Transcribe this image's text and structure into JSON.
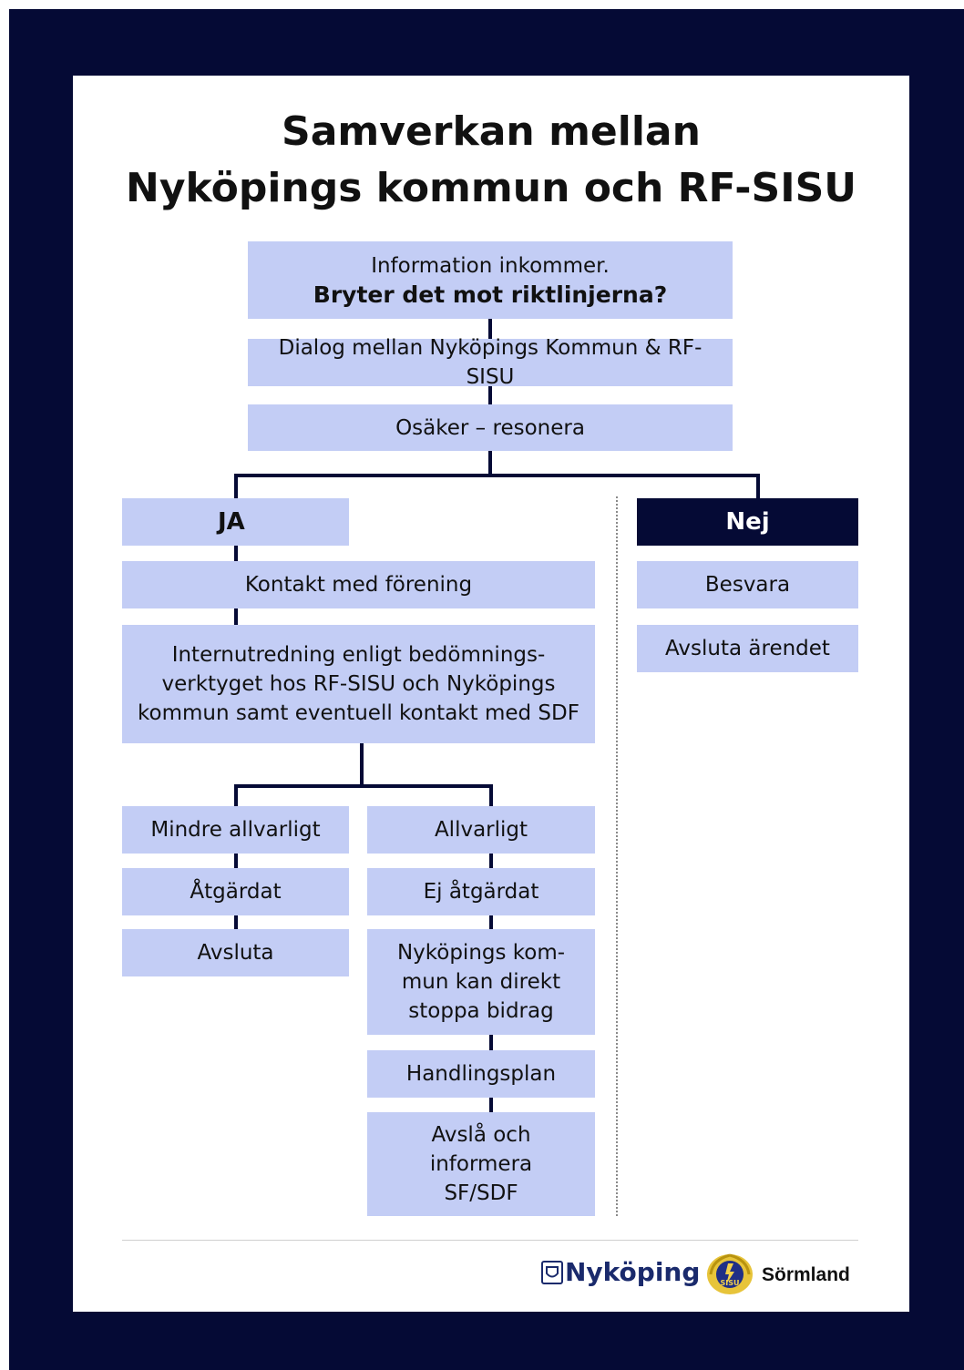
{
  "header": {
    "title_line1": "Samverkan mellan",
    "title_line2": "Nyköpings kommun och RF-SISU"
  },
  "flow": {
    "start_line1": "Information inkommer.",
    "start_line2": "Bryter det mot riktlinjerna?",
    "dialog": "Dialog mellan Nyköpings Kommun & RF-SISU",
    "unsure": "Osäker – resonera",
    "yes": "JA",
    "no": "Nej",
    "contact": "Kontakt med förening",
    "investigation_line1": "Internutredning enligt bedömnings-",
    "investigation_line2": "verktyget hos RF-SISU och Nyköpings",
    "investigation_line3": "kommun samt eventuell kontakt med SDF",
    "less_serious": "Mindre allvarligt",
    "remedied": "Åtgärdat",
    "close": "Avsluta",
    "serious": "Allvarligt",
    "not_remedied": "Ej åtgärdat",
    "stop_line1": "Nyköpings kom-",
    "stop_line2": "mun kan direkt",
    "stop_line3": "stoppa bidrag",
    "action_plan": "Handlingsplan",
    "reject_line1": "Avslå och",
    "reject_line2": "informera",
    "reject_line3": "SF/SDF",
    "answer": "Besvara",
    "close_case": "Avsluta ärendet"
  },
  "footer": {
    "logo_nykoping": "Nyköping",
    "logo_sisu_badge": "SISU",
    "logo_sormland": "Sörmland"
  },
  "colors": {
    "navy": "#050a35",
    "box_fill": "#c3cdf5"
  }
}
